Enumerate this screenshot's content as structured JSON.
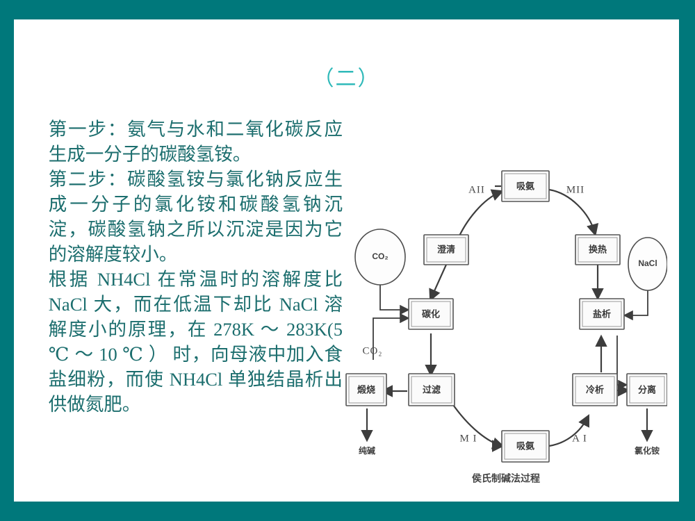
{
  "slide": {
    "title": "（二）",
    "background_color": "#00787b",
    "canvas_color": "#ffffff",
    "title_color": "#2fb9b9",
    "text_color": "#1c6e6e"
  },
  "body": {
    "paragraphs": [
      "第一步：氨气与水和二氧化碳反应生成一分子的碳酸氢铵。",
      "第二步：碳酸氢铵与氯化钠反应生成一分子的氯化铵和碳酸氢钠沉淀，碳酸氢钠之所以沉淀是因为它的溶解度较小。",
      "根据 NH4Cl 在常温时的溶解度比 NaCl 大，而在低温下却比 NaCl 溶解度小的原理，在 278K ～ 283K(5 ℃ ～ 10 ℃ ） 时，向母液中加入食盐细粉，而使 NH4Cl 单独结晶析出供做氮肥。"
    ]
  },
  "diagram": {
    "caption": "侯氏制碱法过程",
    "boxes": {
      "absorb_ammonia_top": "吸氨",
      "clarify": "澄清",
      "heat_exchange": "换热",
      "carbonation": "碳化",
      "salting_out": "盐析",
      "filtration": "过滤",
      "calcination": "煅烧",
      "cold_crystallization": "冷析",
      "separation": "分离",
      "absorb_ammonia_bottom": "吸氨"
    },
    "ovals": {
      "co2_inlet": "CO₂",
      "nacl_inlet": "NaCl"
    },
    "free_labels": {
      "a2": "AII",
      "m2": "MII",
      "m1": "M I",
      "a1": "A I",
      "co2_side": "CO₂"
    },
    "outputs": {
      "soda_ash": "纯碱",
      "ammonium_chloride": "氯化铵"
    }
  }
}
